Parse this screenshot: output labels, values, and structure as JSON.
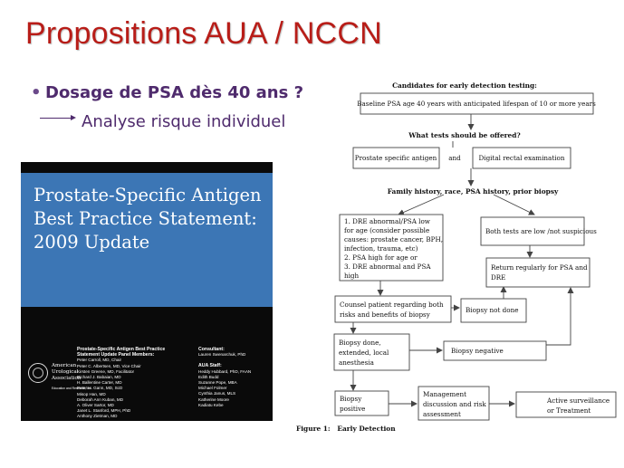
{
  "slide": {
    "title": "Propositions AUA / NCCN",
    "bullet": "Dosage de PSA dès 40 ans ?",
    "sub_point": "Analyse risque individuel"
  },
  "cover": {
    "title_lines": [
      "Prostate-Specific Antigen",
      "Best Practice Statement:",
      "2009 Update"
    ],
    "panel_heading_lines": [
      "Prostate-Specific Antigen Best Practice",
      "Statement Update Panel Members:"
    ],
    "panel_members": [
      "Peter Carroll, MD, Chair",
      "Peter C. Albertsen, MD, Vice Chair",
      "Kirsten Greene, MD, Facilitator",
      "Richard J. Babaian, MD",
      "H. Ballentine Carter, MD",
      "Peter H. Gann, MD, ScD",
      "Misop Han, MD",
      "Deborah Ann Kuban, MD",
      "A. Oliver Sartor, MD",
      "Janet L. Stanford, MPH, PhD",
      "Anthony Zietman, MD"
    ],
    "consultant_heading": "Consultant:",
    "consultant": "Lauren Swenarchuk, PhD",
    "staff_heading": "AUA Staff:",
    "staff": [
      "Heddy Hubbard, PhD, FAAN",
      "Edith Budd",
      "Suzanne Pope, MBA",
      "Michael Folmer",
      "Cynthia Janus, MLS",
      "Katherine Moore",
      "Kadiatu Kebe"
    ],
    "org_lines": [
      "American",
      "Urological",
      "Association"
    ],
    "org_small": "Education and Research, Inc."
  },
  "flowchart": {
    "heading": "Candidates for early detection testing:",
    "baseline": "Baseline PSA age 40 years with anticipated lifespan of 10 or more years",
    "question": "What tests should be offered?",
    "psa_box": "Prostate specific antigen",
    "and_label": "and",
    "dre_box": "Digital rectal examination",
    "history": "Family history, race, PSA history, prior biopsy",
    "abnormal_lines": [
      "1. DRE abnormal/PSA low",
      "for age (consider possible",
      "causes: prostate cancer, BPH,",
      "infection, trauma, etc)",
      "2. PSA high for age or",
      "3. DRE abnormal and PSA",
      "high"
    ],
    "low_box": "Both tests are low /not suspicious",
    "return_lines": [
      "Return regularly for PSA and",
      "DRE"
    ],
    "counsel_lines": [
      "Counsel patient regarding both",
      "risks and benefits of biopsy"
    ],
    "not_done": "Biopsy not done",
    "biopsy_done_lines": [
      "Biopsy done,",
      "extended, local",
      "anesthesia"
    ],
    "negative": "Biopsy negative",
    "positive_lines": [
      "Biopsy",
      "positive"
    ],
    "management_lines": [
      "Management",
      "discussion and risk",
      "assessment"
    ],
    "surveillance_lines": [
      "Active surveillance",
      "or Treatment"
    ],
    "figure_caption": "Figure 1:   Early Detection"
  }
}
